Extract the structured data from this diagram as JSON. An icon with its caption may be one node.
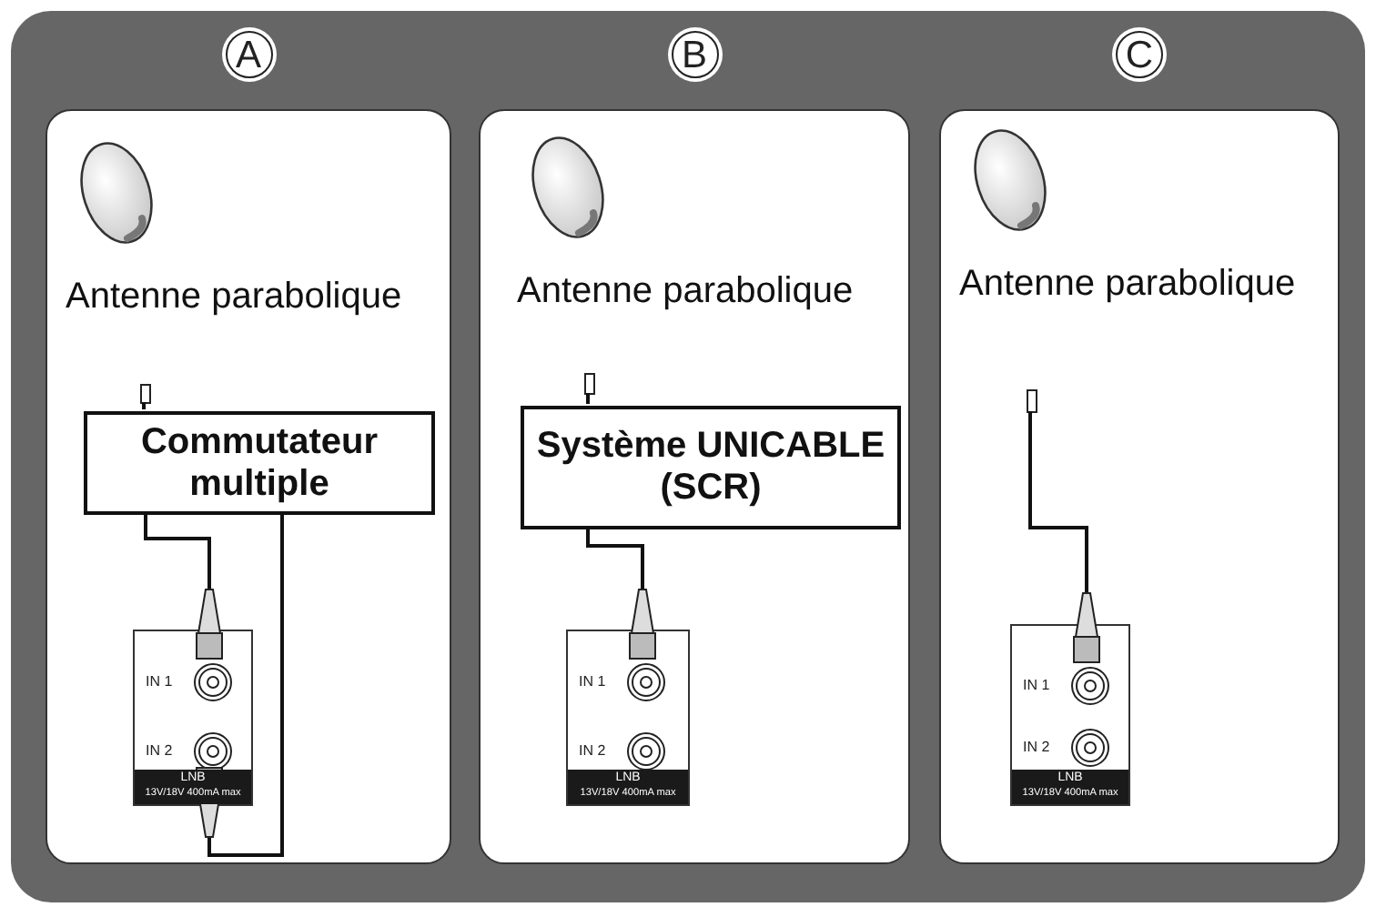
{
  "diagram": {
    "nodes": [
      {
        "text": [
          "A"
        ]
      },
      {
        "text": [
          "Antenne parabolique"
        ],
        "in": 0
      },
      {
        "text": [],
        "shape": "box",
        "in": 0
      },
      {
        "text": [
          "Commutateur multiple"
        ],
        "in": 0
      },
      {
        "text": [
          "LNB",
          "13V/18V 400mA max"
        ],
        "in": 0
      },
      {
        "text": [
          "IN 1"
        ],
        "in": 4
      },
      {
        "text": [
          "IN 2"
        ],
        "in": 4
      },
      {
        "text": [
          "B"
        ]
      },
      {
        "text": [
          "Antenne parabolique"
        ],
        "in": 7
      },
      {
        "text": [],
        "shape": "box",
        "in": 7
      },
      {
        "text": [
          "Système UNICABLE (SCR)"
        ],
        "in": 7
      },
      {
        "text": [
          "LNB",
          "13V/18V 400mA max"
        ],
        "in": 7
      },
      {
        "text": [
          "IN 1"
        ],
        "in": 11
      },
      {
        "text": [
          "IN 2"
        ],
        "in": 11
      },
      {
        "text": [
          "C"
        ]
      },
      {
        "text": [
          "Antenne parabolique"
        ],
        "in": 14
      },
      {
        "text": [],
        "shape": "box",
        "in": 14
      },
      {
        "text": [
          "LNB",
          "13V/18V 400mA max"
        ],
        "in": 14
      },
      {
        "text": [
          "IN 1"
        ],
        "in": 17
      },
      {
        "text": [
          "IN 2"
        ],
        "in": 17
      }
    ],
    "edges": [
      {
        "from": 2,
        "to": 3,
        "arrow": "none"
      },
      {
        "from": 3,
        "to": 5,
        "arrow": "other"
      },
      {
        "from": 3,
        "to": 6,
        "arrow": "other"
      },
      {
        "from": 9,
        "to": 10,
        "arrow": "none"
      },
      {
        "from": 10,
        "to": 12,
        "arrow": "other"
      },
      {
        "from": 16,
        "to": 18,
        "arrow": "other"
      }
    ]
  }
}
